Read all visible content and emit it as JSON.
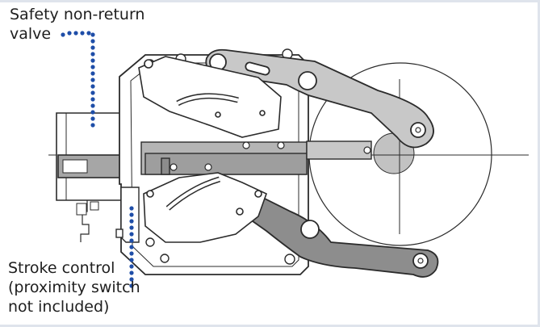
{
  "labels": {
    "safety_valve": [
      "Safety non-return",
      "valve"
    ],
    "stroke_control": [
      "Stroke control",
      "(proximity switch",
      "not included)"
    ]
  },
  "colors": {
    "outline": "#2b2b2b",
    "gray_fill": "#c8c8c8",
    "dark_fill": "#a6a6a6",
    "leader_dots": "#1f4ea8"
  }
}
